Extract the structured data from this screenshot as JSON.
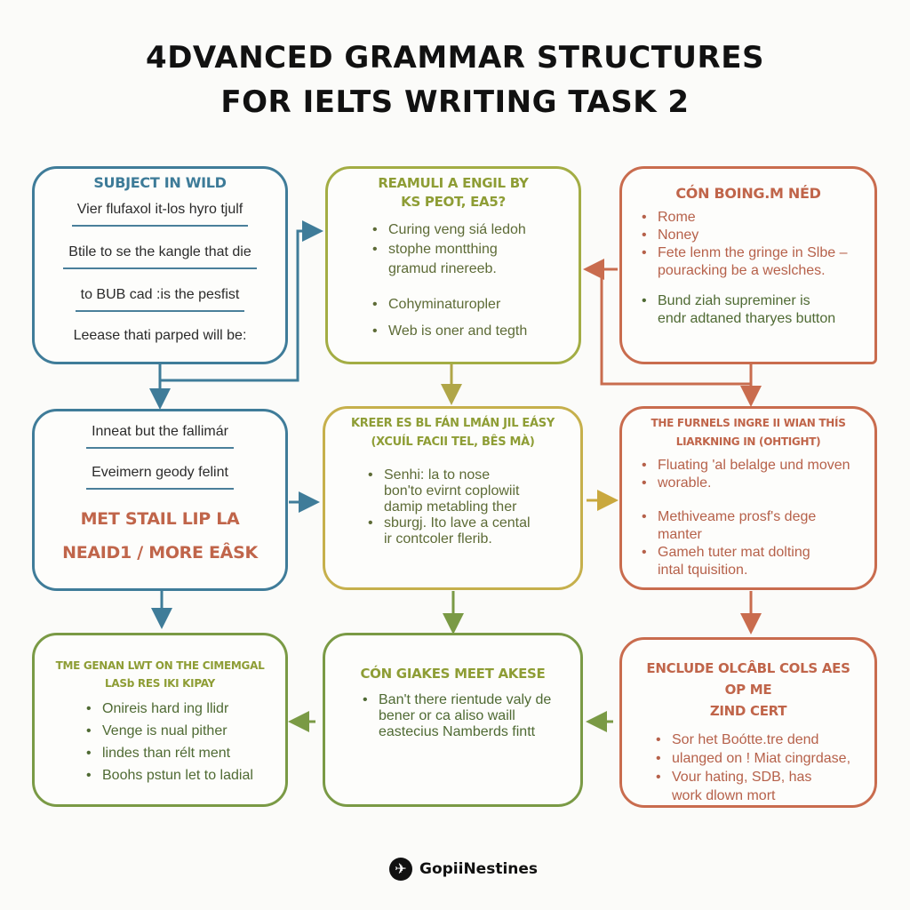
{
  "title": {
    "line1": "4DVANCED GRAMMAR STRUCTURES",
    "line2": "FOR IELTS WRITING TASK 2"
  },
  "colors": {
    "blue": "#3f7c99",
    "olive": "#a3ad44",
    "mustard": "#c6b04c",
    "rust": "#c96c4e",
    "green": "#7a9a45",
    "background": "#fbfbf9"
  },
  "boxes": {
    "r1c1": {
      "heading": "SUBJECT IN WILD",
      "lines": [
        "Vier flufaxol it-los hyro tjulf",
        "Btile to se the kangle that die",
        "to BUB cad :is the pesfist"
      ],
      "plain": "Leease thati parped will be:"
    },
    "r1c2": {
      "heading1": "REAMULI A ENGIL BY",
      "heading2": "KS PEOT, EA5?",
      "bullets": [
        "Curing veng siá ledoh",
        "stophe montthing gramud rinereeb.",
        "Cohyminaturopler",
        "Web is oner and tegth"
      ]
    },
    "r1c3": {
      "heading": "CÓN BOING.M NÉD",
      "bullets": [
        "Rome",
        "Noney",
        "Fete lenm the gringe in Slbe – pouracking be a weslches.",
        "Bund ziah supreminer is endr adtaned tharyes button"
      ]
    },
    "r2c1": {
      "lines": [
        "Inneat but the fallimár",
        "Eveimern geody felint"
      ],
      "emph1": "MET STAIL LIP LA",
      "emph2": "NEAID1 / MORE EÂSK"
    },
    "r2c2": {
      "heading1": "KREER ES BL FÁN LMÁN JIL EÁSY",
      "heading2": "(XCUÍL FACII TEL, BÊS MÀ)",
      "bullets": [
        "Senhi: la to nose bon'to evirnt coplowiit damip metabling ther",
        "sburgj. Ito lave a cental ir contcoler flerib."
      ]
    },
    "r2c3": {
      "heading1": "THE FURNELS INGRE II WIAN THÍS",
      "heading2": "LIARKNING IN (OHTIGHT)",
      "bullets": [
        "Fluating 'al belalge und moven",
        "worable.",
        "Methiveame prosf's dege manter",
        "Gameh tuter mat dolting intal tquisition."
      ]
    },
    "r3c1": {
      "heading1": "TME GENAN LWT ON THE CIMEMGAL",
      "heading2": "LASb RES IKI KIPAY",
      "bullets": [
        "Onireis hard ing llidr",
        "Venge is nual pither",
        "lindes than rélt ment",
        "Boohs pstun let to ladial"
      ]
    },
    "r3c2": {
      "heading": "CÓN GIAKES MEET AKESE",
      "bullets": [
        "Ban't there rientude valy de bener or ca aliso waill eastecius Namberds fintt"
      ]
    },
    "r3c3": {
      "heading1": "ENCLUDE OLCÂBL COLS AES OP ME",
      "heading2": "ZIND CERT",
      "bullets": [
        "Sor het Boótte.tre dend",
        "ulanged on ! Miat cingrdase,",
        "Vour hating, SDB, has work dlown mort"
      ]
    }
  },
  "footer": {
    "logo_icon": "airplane-icon",
    "logo_glyph": "✈",
    "brand": "GopiiNestines"
  }
}
